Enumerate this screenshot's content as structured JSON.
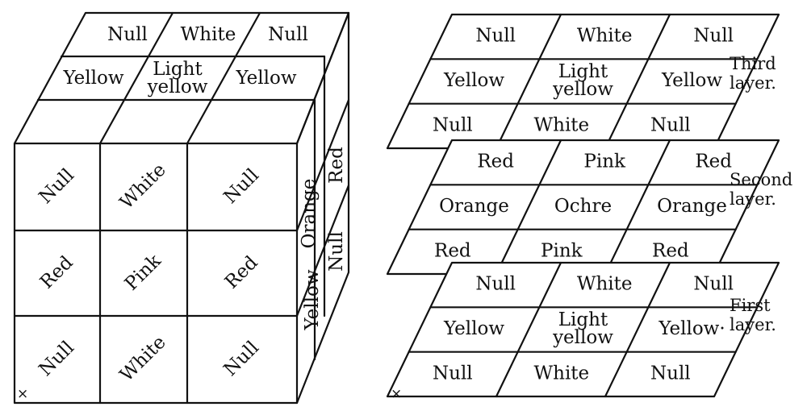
{
  "cube": {
    "top": {
      "back": [
        "Null",
        "White",
        "Null"
      ],
      "middle": [
        "Yellow",
        "Light\nyellow",
        "Yellow"
      ]
    },
    "front": [
      [
        "Null",
        "White",
        "Null"
      ],
      [
        "Red",
        "Pink",
        "Red"
      ],
      [
        "Null",
        "White",
        "Null"
      ]
    ],
    "side": {
      "top": "Red",
      "middle": "Orange",
      "bottom_near": "Yellow",
      "bottom_far": "Null"
    },
    "origin_mark": "×"
  },
  "layers": [
    {
      "caption": "Third\nlayer.",
      "rows": [
        [
          "Null",
          "White",
          "Null"
        ],
        [
          "Yellow",
          "Light\nyellow",
          "Yellow"
        ],
        [
          "Null",
          "White",
          "Null"
        ]
      ]
    },
    {
      "caption": "Second\nlayer.",
      "rows": [
        [
          "Red",
          "Pink",
          "Red"
        ],
        [
          "Orange",
          "Ochre",
          "Orange"
        ],
        [
          "Red",
          "Pink",
          "Red"
        ]
      ]
    },
    {
      "caption": "First\nlayer.",
      "rows": [
        [
          "Null",
          "White",
          "Null"
        ],
        [
          "Yellow",
          "Light\nyellow",
          "Yellow·"
        ],
        [
          "Null",
          "White",
          "Null"
        ]
      ]
    }
  ],
  "origin_mark": "×"
}
